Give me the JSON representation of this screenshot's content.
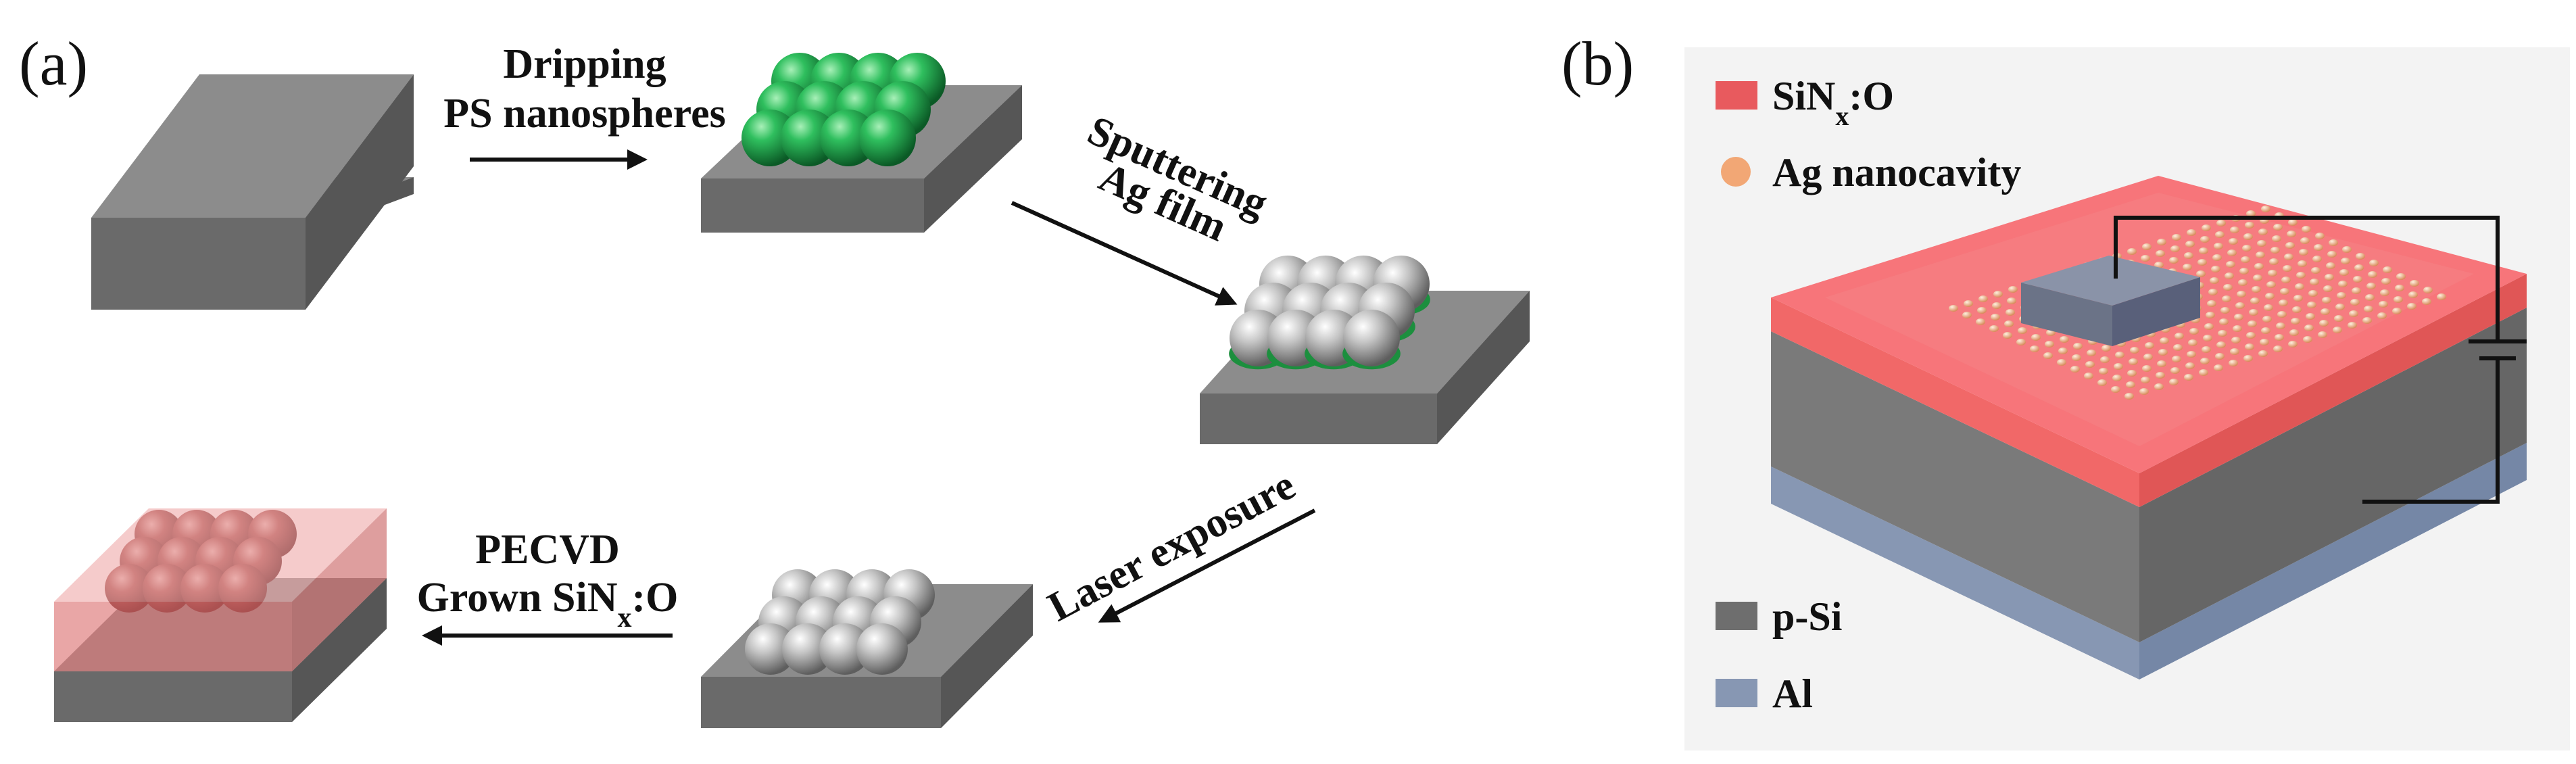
{
  "panel_a": {
    "label": "(a)",
    "steps": {
      "dripping": {
        "line1": "Dripping",
        "line2": "PS nanospheres"
      },
      "sputtering": {
        "line1": "Sputtering",
        "line2": "Ag film"
      },
      "laser": {
        "text": "Laser  exposure"
      },
      "pecvd": {
        "line1": "PECVD",
        "line2_main": "Grown SiN",
        "line2_sub": "x",
        "line2_end": ":O"
      }
    }
  },
  "panel_b": {
    "label": "(b)",
    "legend": {
      "sinxo": {
        "main": "SiN",
        "sub": "x",
        "end": ":O",
        "color": "#e85a5e"
      },
      "ag": {
        "label": "Ag nanocavity",
        "color": "#f2a775"
      },
      "psi": {
        "label": "p-Si",
        "color": "#6e6e6e"
      },
      "al": {
        "label": "Al",
        "color": "#8797b3"
      }
    }
  },
  "colors": {
    "substrate_top": "#8c8c8c",
    "substrate_front": "#6a6a6a",
    "substrate_side": "#565656",
    "ps_green": "#1fa64e",
    "ag_silver": "#b8b8b8",
    "pink_film": "#e88a8a"
  }
}
